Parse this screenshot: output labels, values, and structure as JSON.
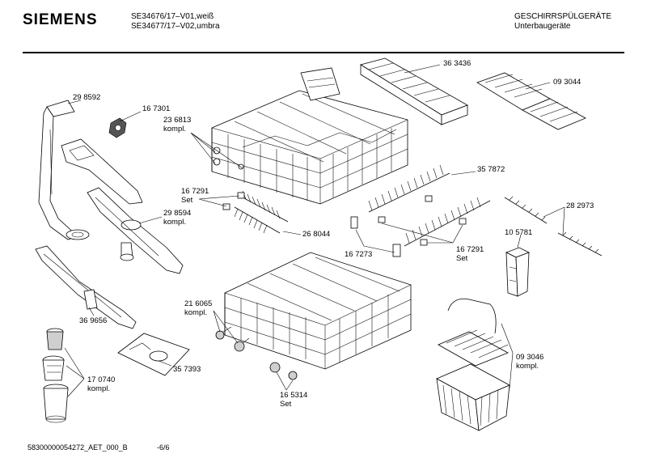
{
  "header": {
    "brand": "SIEMENS",
    "model_line_1": "SE34676/17–V01,weiß",
    "model_line_2": "SE34677/17–V02,umbra",
    "category_line_1": "GESCHIRRSPÜLGERÄTE",
    "category_line_2": "Unterbaugeräte"
  },
  "parts": [
    {
      "id": "p298592",
      "lines": [
        "29 8592"
      ]
    },
    {
      "id": "p167301",
      "lines": [
        "16 7301"
      ]
    },
    {
      "id": "p236813",
      "lines": [
        "23 6813",
        "kompl."
      ]
    },
    {
      "id": "p363436",
      "lines": [
        "36 3436"
      ]
    },
    {
      "id": "p093044",
      "lines": [
        "09 3044"
      ]
    },
    {
      "id": "p357872",
      "lines": [
        "35 7872"
      ]
    },
    {
      "id": "p167291a",
      "lines": [
        "16 7291",
        "Set"
      ]
    },
    {
      "id": "p298594",
      "lines": [
        "29 8594",
        "kompl."
      ]
    },
    {
      "id": "p268044",
      "lines": [
        "26 8044"
      ]
    },
    {
      "id": "p282973",
      "lines": [
        "28 2973"
      ]
    },
    {
      "id": "p167273",
      "lines": [
        "16 7273"
      ]
    },
    {
      "id": "p167291b",
      "lines": [
        "16 7291",
        "Set"
      ]
    },
    {
      "id": "p105781",
      "lines": [
        "10 5781"
      ]
    },
    {
      "id": "p369656",
      "lines": [
        "36 9656"
      ]
    },
    {
      "id": "p216065",
      "lines": [
        "21 6065",
        "kompl."
      ]
    },
    {
      "id": "p357393",
      "lines": [
        "35 7393"
      ]
    },
    {
      "id": "p093046",
      "lines": [
        "09 3046",
        "kompl."
      ]
    },
    {
      "id": "p170740",
      "lines": [
        "17 0740",
        "kompl."
      ]
    },
    {
      "id": "p165314",
      "lines": [
        "16 5314",
        "Set"
      ]
    }
  ],
  "footer": {
    "doc_id": "58300000054272_AET_000_B",
    "page": "-6/6"
  }
}
